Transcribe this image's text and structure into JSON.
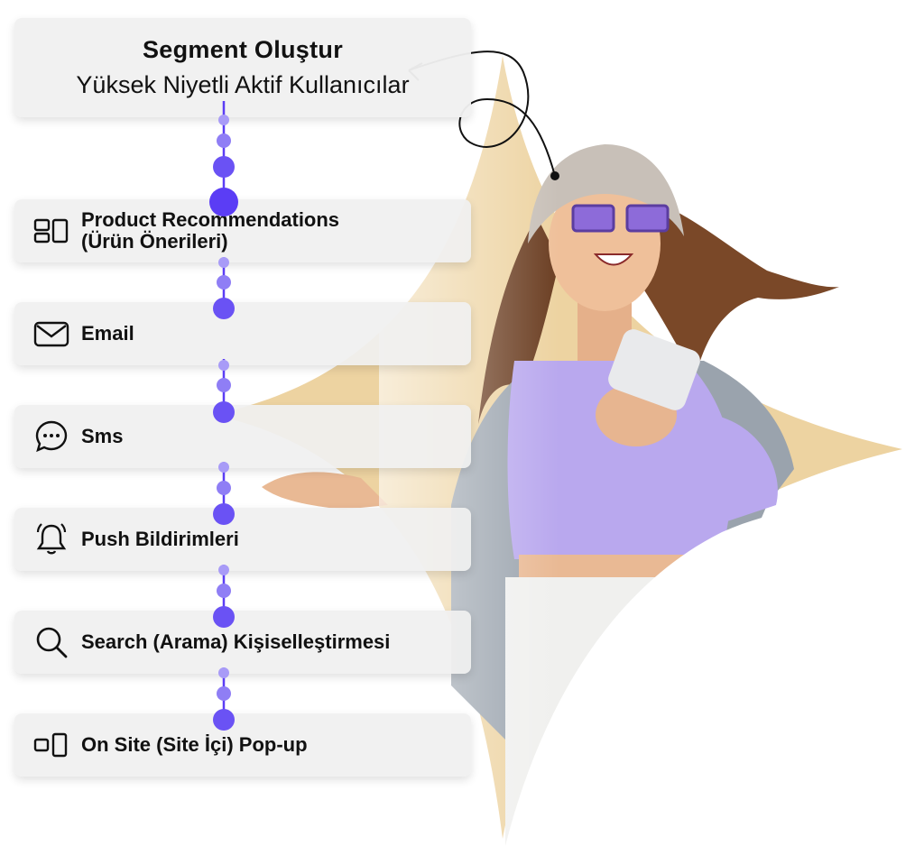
{
  "header": {
    "title": "Segment Oluştur",
    "subtitle": "Yüksek Niyetli Aktif Kullanıcılar"
  },
  "channels": [
    {
      "label_line1": "Product Recommendations",
      "label_line2": "(Ürün Önerileri)",
      "icon": "layout-grid-icon"
    },
    {
      "label": "Email",
      "icon": "envelope-icon"
    },
    {
      "label": "Sms",
      "icon": "chat-bubble-icon"
    },
    {
      "label": "Push Bildirimleri",
      "icon": "bell-icon"
    },
    {
      "label": "Search (Arama) Kişiselleştirmesi",
      "icon": "search-icon"
    },
    {
      "label": "On Site (Site İçi) Pop-up",
      "icon": "devices-icon"
    }
  ],
  "colors": {
    "accent_purple": "#5B3DF5",
    "star_tan": "#EDD3A1",
    "text": "#111111"
  }
}
